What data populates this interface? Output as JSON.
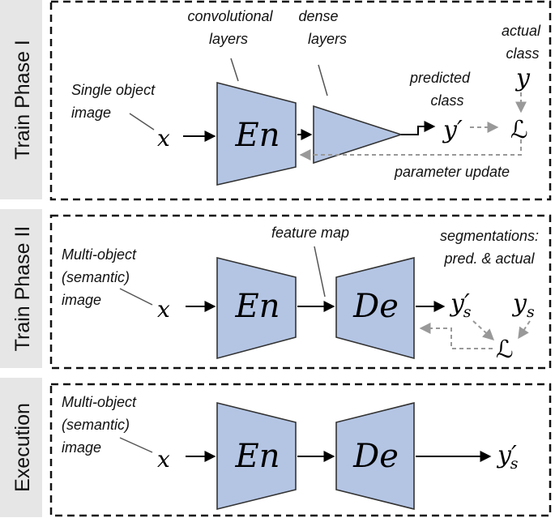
{
  "phase1": {
    "title": "Train Phase I",
    "input_label_1": "Single object",
    "input_label_2": "image",
    "conv_label_1": "convolutional",
    "conv_label_2": "layers",
    "dense_label_1": "dense",
    "dense_label_2": "layers",
    "pred_label_1": "predicted",
    "pred_label_2": "class",
    "actual_label_1": "actual",
    "actual_label_2": "class",
    "update_label": "parameter update",
    "x": "x",
    "encoder": "En",
    "y_pred": "y′",
    "y_true": "y",
    "loss": "ℒ"
  },
  "phase2": {
    "title": "Train Phase II",
    "input_label_1": "Multi-object",
    "input_label_2": "(semantic)",
    "input_label_3": "image",
    "feature_label": "feature map",
    "seg_label_1": "segmentations:",
    "seg_label_2": "pred. & actual",
    "x": "x",
    "encoder": "En",
    "decoder": "De",
    "y_pred": "y′",
    "y_pred_sub": "s",
    "y_true": "y",
    "y_true_sub": "s",
    "loss": "ℒ"
  },
  "execution": {
    "title": "Execution",
    "input_label_1": "Multi-object",
    "input_label_2": "(semantic)",
    "input_label_3": "image",
    "x": "x",
    "encoder": "En",
    "decoder": "De",
    "y_pred": "y′",
    "y_pred_sub": "s"
  },
  "colors": {
    "block_fill": "#b4c5e4",
    "tab_fill": "#e6e6e6",
    "feedback_arrow": "#999999"
  }
}
